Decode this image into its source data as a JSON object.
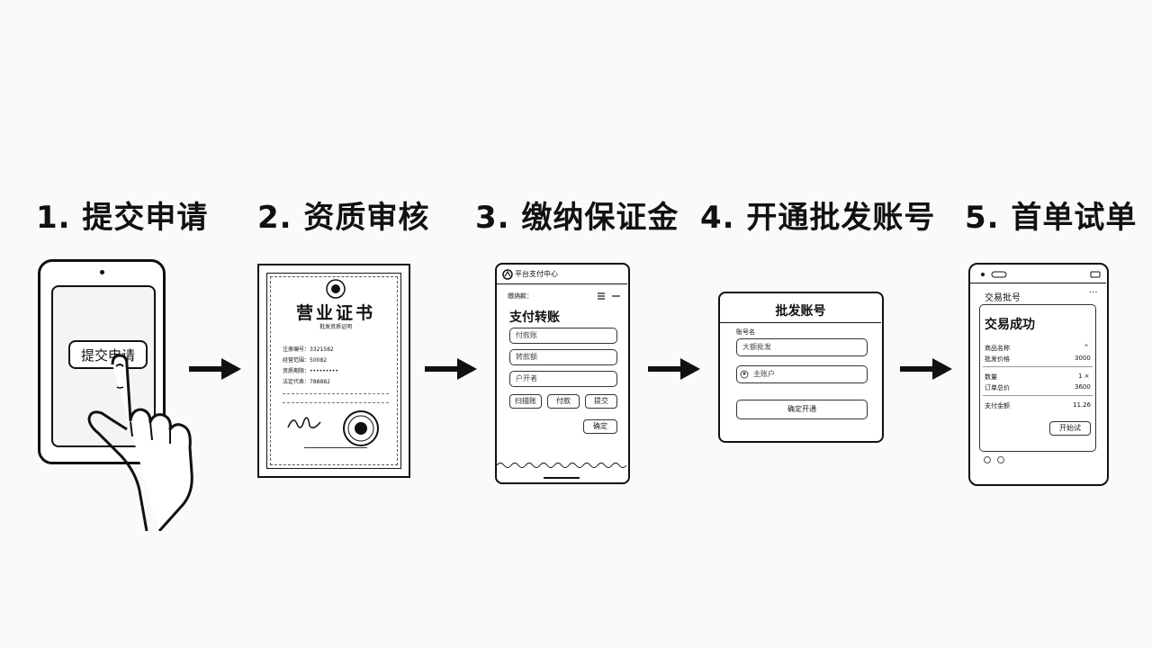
{
  "steps": [
    {
      "title": "1. 提交申请"
    },
    {
      "title": "2. 资质审核"
    },
    {
      "title": "3. 缴纳保证金"
    },
    {
      "title": "4. 开通批发账号"
    },
    {
      "title": "5. 首单试单"
    }
  ],
  "step1": {
    "button_label": "提交申请"
  },
  "step2": {
    "title": "营业证书",
    "subtitle": "批发资质证明",
    "rows": [
      "注册编号：3321582",
      "经营范围：50082",
      "资质期限：•••••••••",
      "法定代表：788882"
    ]
  },
  "step3": {
    "header": "平台支付中心",
    "label": "缴纳款：",
    "title": "支付转账",
    "fields": [
      "付款账",
      "转款额",
      "户开者"
    ],
    "buttons": [
      "扫描账",
      "付款",
      "提交"
    ],
    "confirm": "确定"
  },
  "step4": {
    "title": "批发账号",
    "label": "账号名",
    "fields": [
      "大额批发",
      "主账户"
    ],
    "button": "确定开通"
  },
  "step5": {
    "header": "交易批号",
    "title": "交易成功",
    "rows": [
      {
        "label": "商品名称",
        "value": "^"
      },
      {
        "label": "批发价格",
        "value": "3000"
      },
      {
        "label": "数量",
        "value": "1 ×"
      },
      {
        "label": "订单总价",
        "value": "3600"
      },
      {
        "label": "支付金额",
        "value": "11.26"
      }
    ],
    "button": "开始试"
  }
}
